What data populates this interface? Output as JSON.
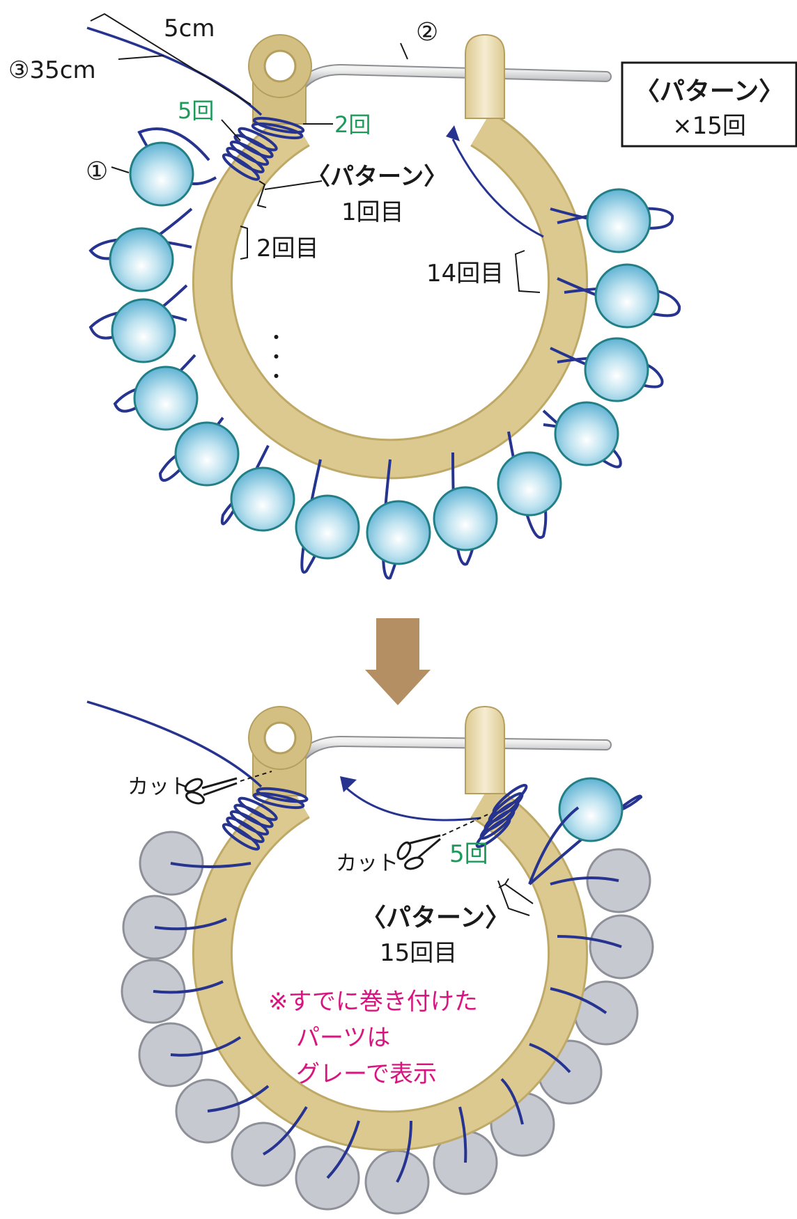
{
  "top": {
    "wire_length_label": "5cm",
    "wire3_label": "③35cm",
    "hook_label": "②",
    "bead_label": "①",
    "wrap5_label": "5回",
    "wrap2_label": "2回",
    "pattern_label": "〈パターン〉",
    "round1_label": "1回目",
    "round2_label": "2回目",
    "round14_label": "14回目",
    "ellipsis": "・・・"
  },
  "box": {
    "title": "〈パターン〉",
    "count": "×15回"
  },
  "bottom": {
    "cut_label_1": "カット",
    "cut_label_2": "カット",
    "wrap5_label": "5回",
    "pattern_label": "〈パターン〉",
    "round15_label": "15回目",
    "note_line1": "※すでに巻き付けた",
    "note_line2": "パーツは",
    "note_line3": "グレーで表示"
  },
  "colors": {
    "hoop": "#dcc990",
    "hoop_dark": "#cdb777",
    "wire": "#26348f",
    "bead": "#7fc3dc",
    "bead_edge": "#237f86",
    "gray_bead": "#c7c9d1",
    "gray_edge": "#8d9098",
    "green": "#1c9a5a",
    "magenta": "#d8157f",
    "arrow_brown": "#b38f63"
  }
}
